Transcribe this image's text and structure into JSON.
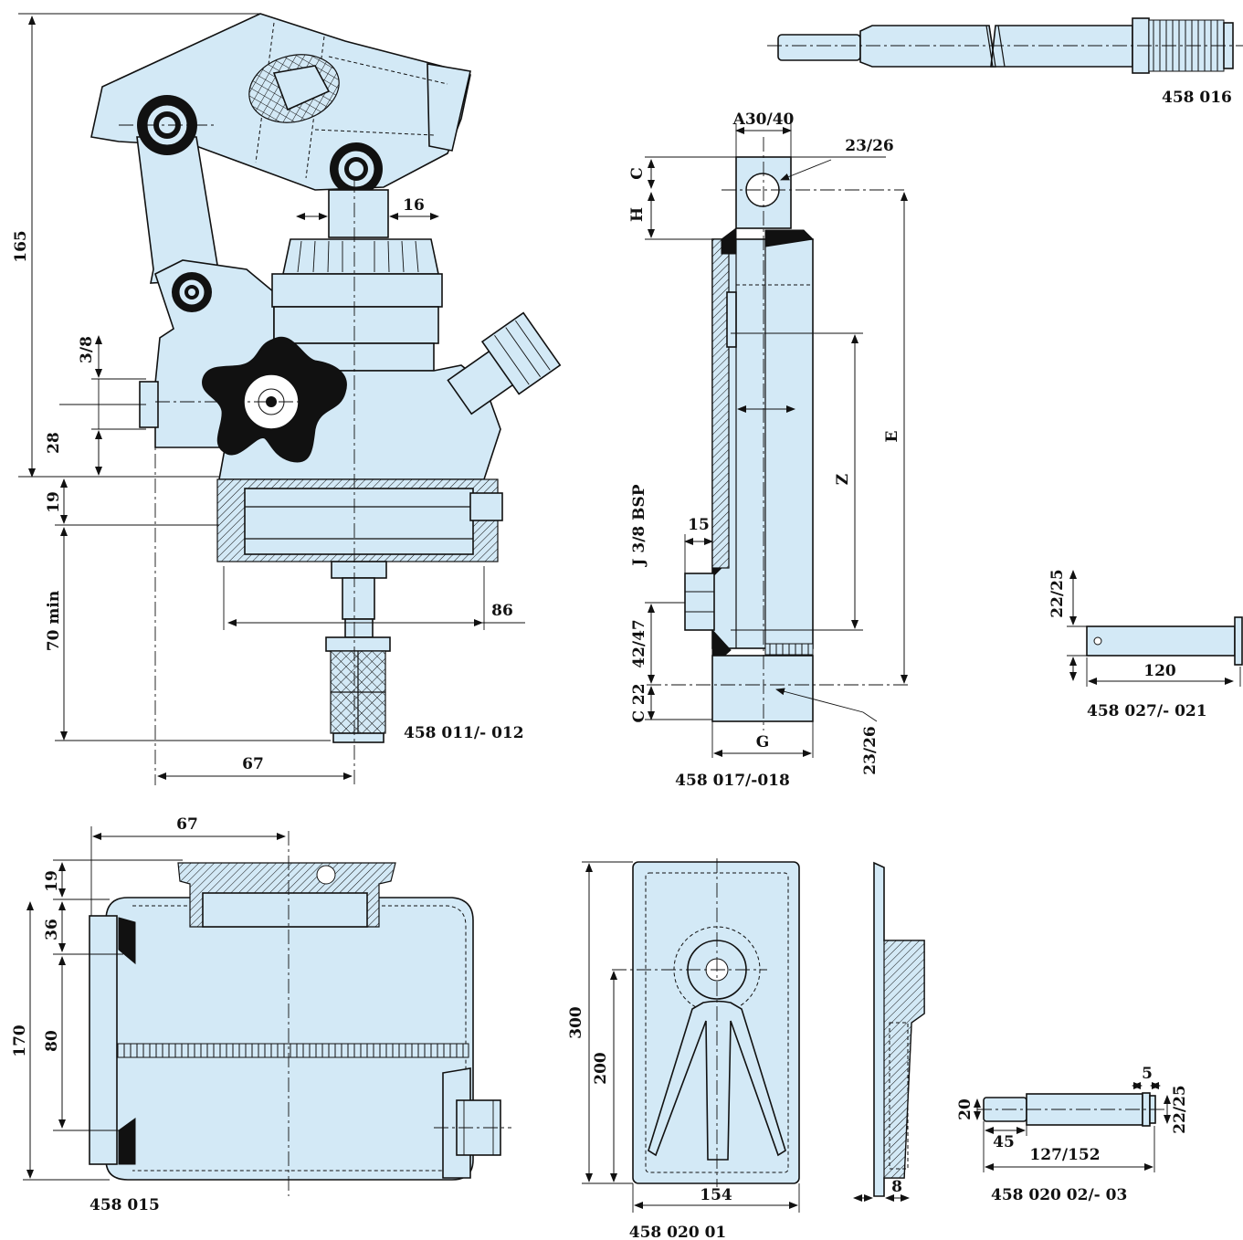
{
  "pump": {
    "dims": {
      "height": "165",
      "thread": "3/8",
      "port_height": "28",
      "collar": "19",
      "suction": "70 min",
      "offset": "67",
      "width": "86",
      "neck": "16"
    },
    "label": "458 011/- 012"
  },
  "handle": {
    "label": "458 016"
  },
  "cylinder": {
    "dims": {
      "a": "A30/40",
      "hole_top": "23/26",
      "c": "C",
      "h": "H",
      "e": "E",
      "z": "Z",
      "j": "J 3/8 BSP",
      "j_offset": "15",
      "bottom": "42/47",
      "c22": "C 22",
      "g": "G",
      "hole_bottom": "23/26"
    },
    "label": "458 017/-018"
  },
  "pin_a": {
    "dims": {
      "dia": "22/25",
      "length": "120"
    },
    "label": "458 027/- 021"
  },
  "tank": {
    "dims": {
      "offset": "67",
      "collar": "19",
      "top": "36",
      "mid": "80",
      "height": "170"
    },
    "label": "458 015"
  },
  "plate": {
    "dims": {
      "height": "300",
      "hole": "200",
      "width": "154",
      "thickness": "8"
    },
    "label": "458 020 01"
  },
  "pin_b": {
    "dims": {
      "collar": "5",
      "dia_small": "20",
      "dia": "22/25",
      "shoulder": "45",
      "length": "127/152"
    },
    "label": "458 020 02/- 03"
  }
}
